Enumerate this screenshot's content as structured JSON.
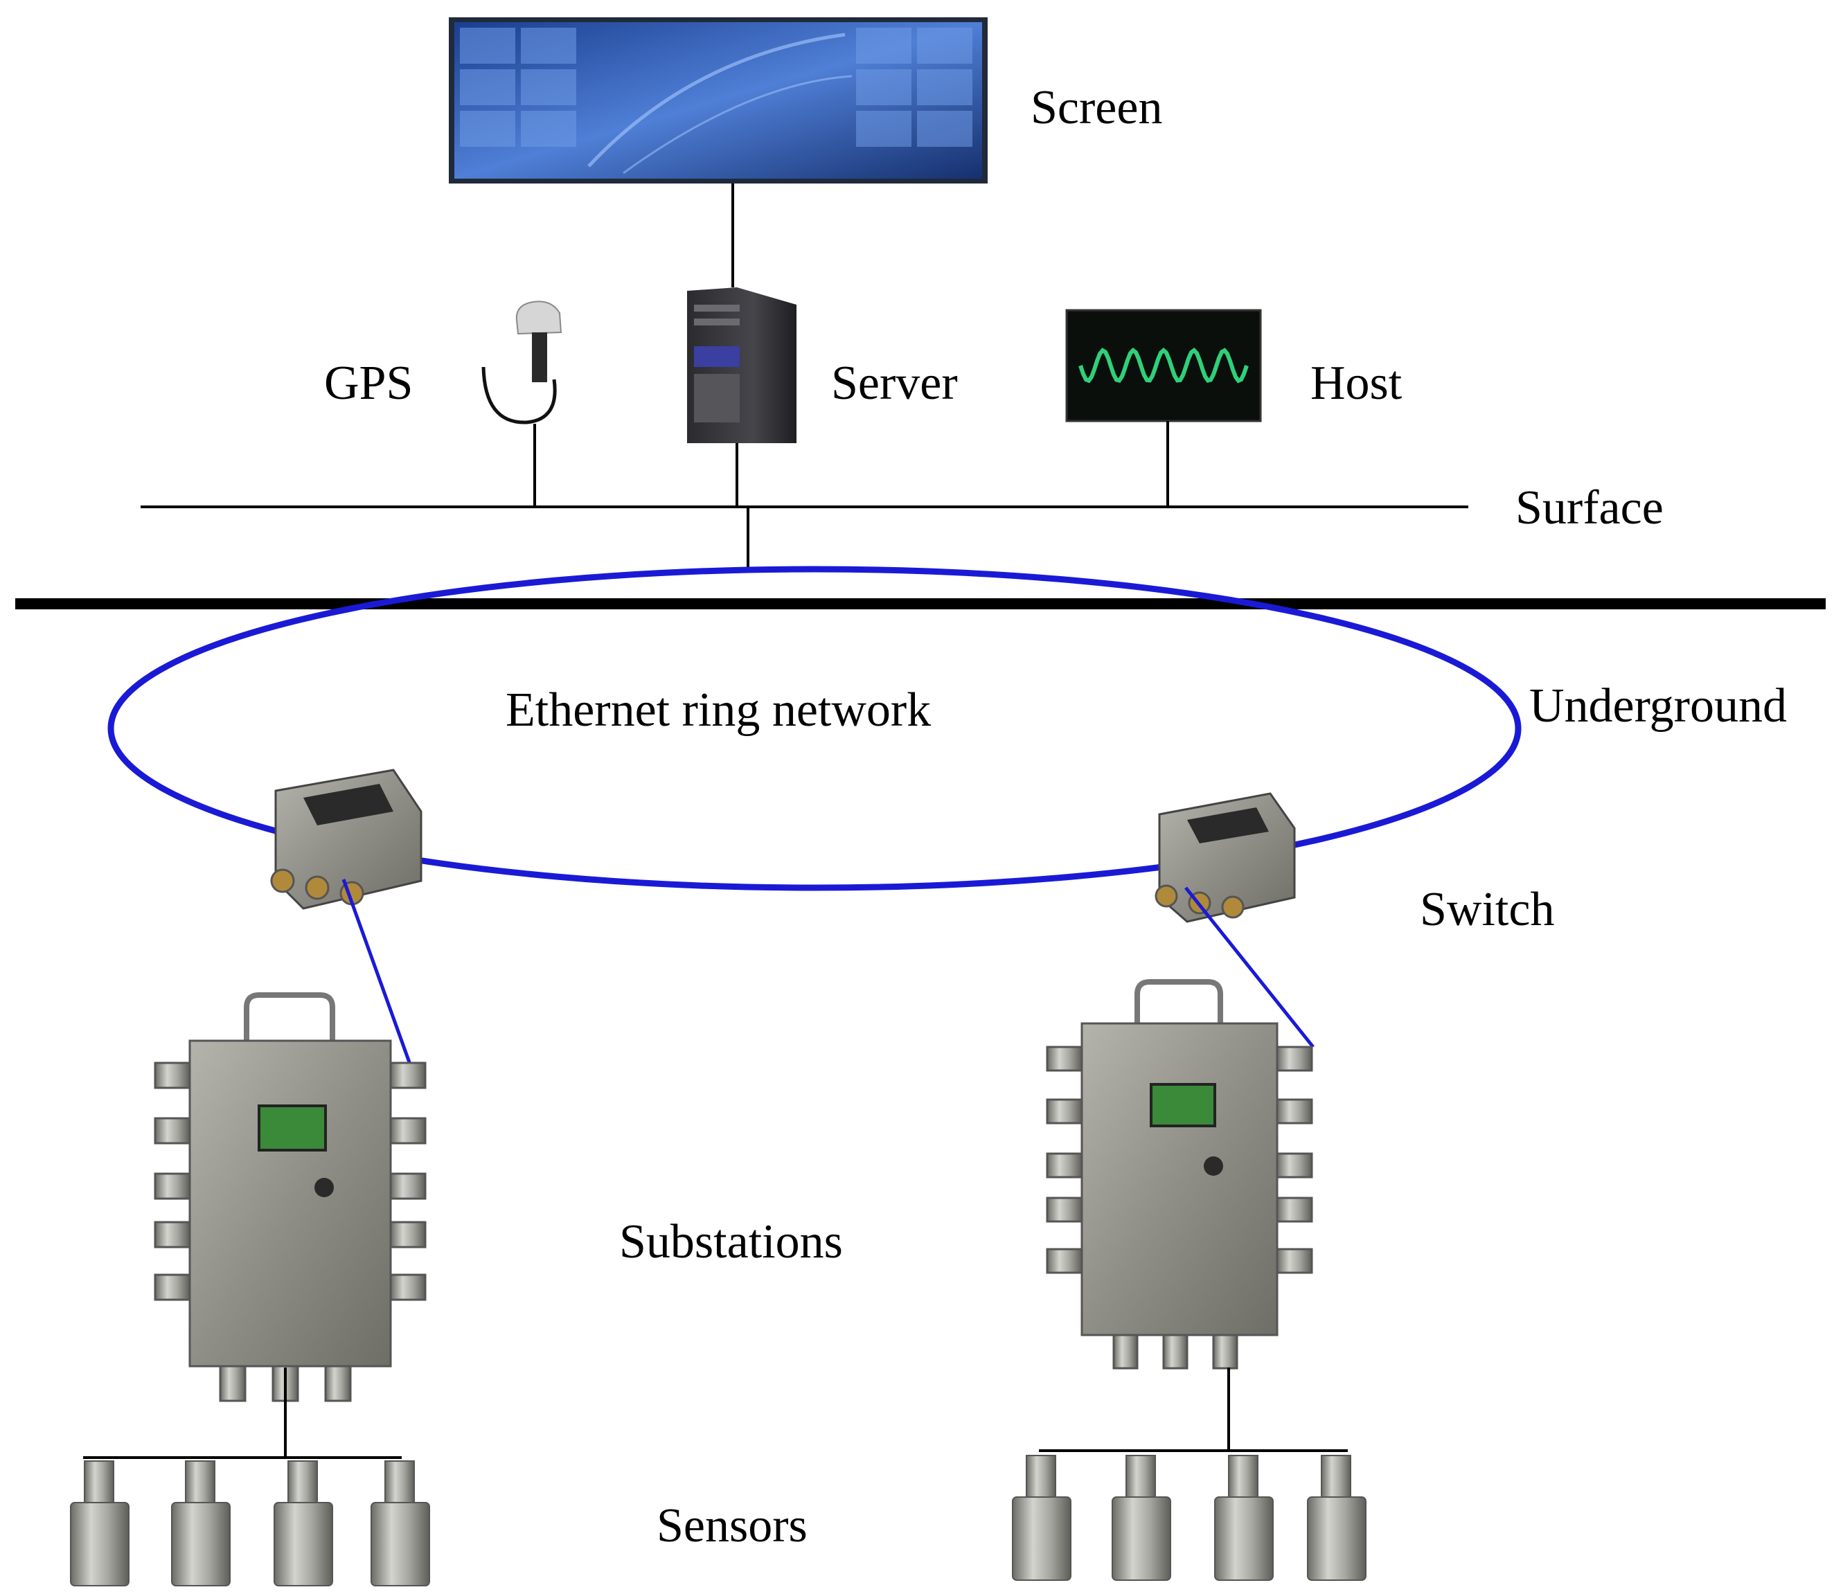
{
  "labels": {
    "screen": "Screen",
    "gps": "GPS",
    "server": "Server",
    "host": "Host",
    "surface": "Surface",
    "underground": "Underground",
    "ring": "Ethernet ring network",
    "switch": "Switch",
    "substations": "Substations",
    "sensors": "Sensors"
  },
  "colors": {
    "line": "#000000",
    "ring": "#1a1ad6",
    "screen_blue": "#2a5bb8",
    "host_wave": "#2fd07a",
    "metal": "#9a9a92"
  },
  "icons": {
    "screen": "video-wall-icon",
    "gps": "gps-antenna-icon",
    "server": "server-tower-icon",
    "host": "monitor-waveform-icon",
    "switch": "industrial-switch-icon",
    "substation": "substation-enclosure-icon",
    "sensor": "sensor-icon"
  }
}
